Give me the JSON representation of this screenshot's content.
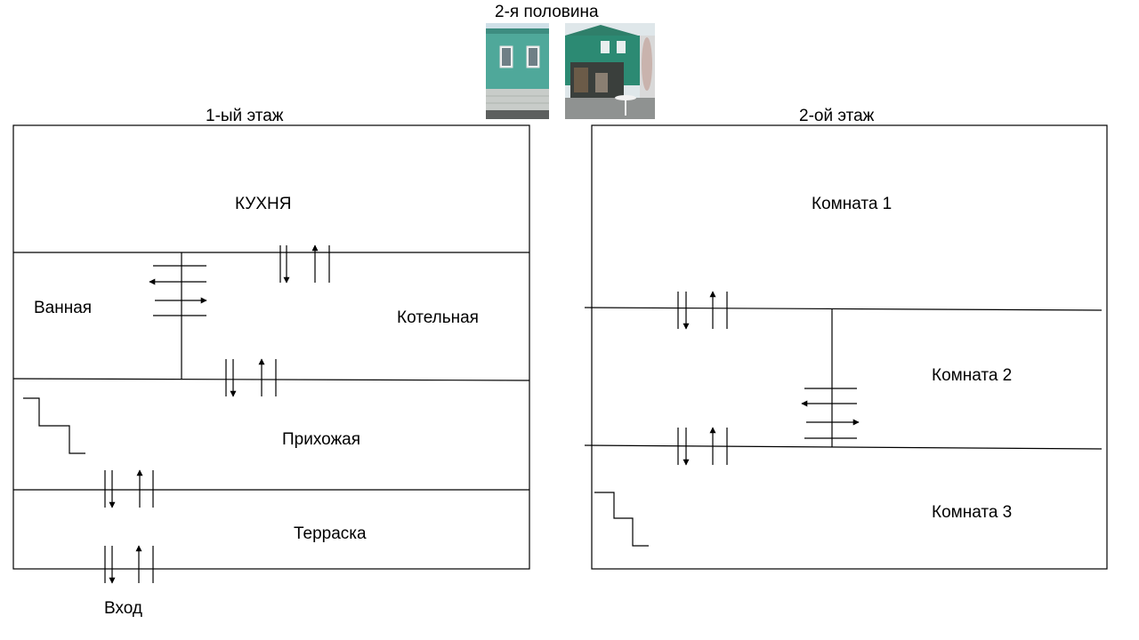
{
  "header": {
    "title": "2-я половина"
  },
  "floor1": {
    "title": "1-ый этаж",
    "rooms": {
      "kitchen": "КУХНЯ",
      "bathroom": "Ванная",
      "boiler": "Котельная",
      "hall": "Прихожая",
      "terrace": "Терраска"
    },
    "entrance": "Вход"
  },
  "floor2": {
    "title": "2-ой этаж",
    "rooms": {
      "room1": "Комната 1",
      "room2": "Комната 2",
      "room3": "Комната 3"
    }
  },
  "photos": [
    "house-facade-photo",
    "house-yard-photo"
  ],
  "colors": {
    "line": "#000000",
    "house_green": "#2e8b78"
  }
}
